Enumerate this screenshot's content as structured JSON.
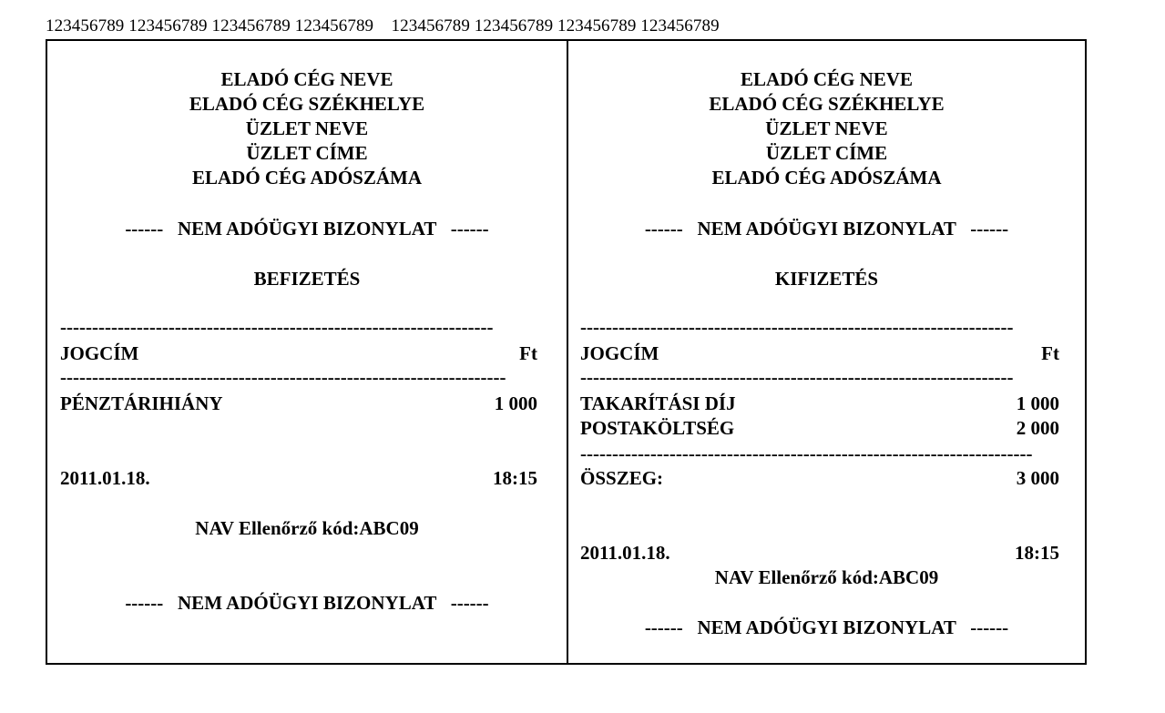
{
  "ruler": "123456789 123456789 123456789 123456789    123456789 123456789 123456789 123456789",
  "left": {
    "header": [
      "ELADÓ CÉG NEVE",
      "ELADÓ CÉG SZÉKHELYE",
      "ÜZLET NEVE",
      "ÜZLET CÍME",
      "ELADÓ CÉG ADÓSZÁMA"
    ],
    "banner_top": "------   NEM ADÓÜGYI BIZONYLAT   ------",
    "doc_type": "BEFIZETÉS",
    "sep1": "--------------------------------------------------------------------",
    "col_left": "JOGCÍM",
    "col_right": "Ft",
    "sep2": "----------------------------------------------------------------------",
    "items": [
      {
        "name": "PÉNZTÁRIHIÁNY",
        "amount": "1 000"
      }
    ],
    "date": "2011.01.18.",
    "time": "18:15",
    "code": "NAV Ellenőrző kód:ABC09",
    "banner_bottom": "------   NEM ADÓÜGYI BIZONYLAT   ------"
  },
  "right": {
    "header": [
      "ELADÓ CÉG NEVE",
      "ELADÓ CÉG SZÉKHELYE",
      "ÜZLET NEVE",
      "ÜZLET CÍME",
      "ELADÓ CÉG ADÓSZÁMA"
    ],
    "banner_top": "------   NEM ADÓÜGYI BIZONYLAT   ------",
    "doc_type": "KIFIZETÉS",
    "sep1": "--------------------------------------------------------------------",
    "col_left": "JOGCÍM",
    "col_right": "Ft",
    "sep2": "--------------------------------------------------------------------",
    "items": [
      {
        "name": "TAKARÍTÁSI DÍJ",
        "amount": "1 000"
      },
      {
        "name": "POSTAKÖLTSÉG",
        "amount": "2 000"
      }
    ],
    "sep3": "-----------------------------------------------------------------------",
    "total_label": "ÖSSZEG:",
    "total_value": "3 000",
    "date": "2011.01.18.",
    "time": "18:15",
    "code": "NAV Ellenőrző kód:ABC09",
    "banner_bottom": "------   NEM ADÓÜGYI BIZONYLAT   ------"
  }
}
